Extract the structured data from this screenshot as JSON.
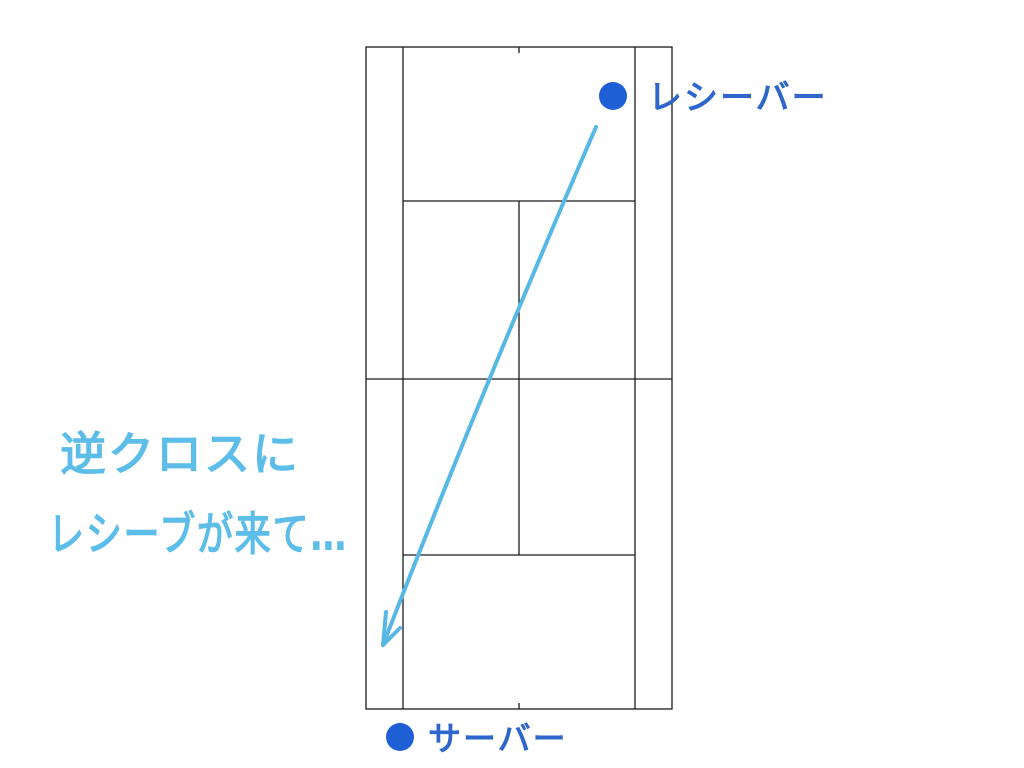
{
  "diagram": {
    "receiver_label": "レシーバー",
    "server_label": "サーバー",
    "note_line1": "逆クロスに",
    "note_line2": "レシーブが来て…",
    "colors": {
      "court_line": "#1a1a1a",
      "player_dot": "#1f5fd6",
      "label_text": "#2f66cc",
      "arrow": "#57b8e6",
      "note_text": "#5bbde8"
    }
  }
}
